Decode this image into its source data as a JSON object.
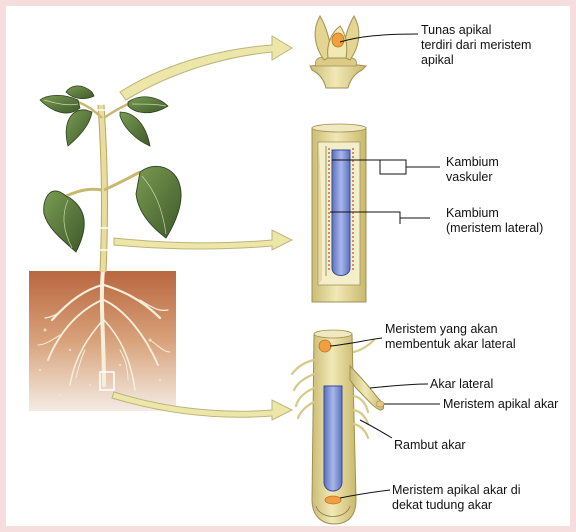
{
  "labels": {
    "tunas_apikal": [
      "Tunas apikal",
      "terdiri dari meristem",
      "apikal"
    ],
    "kambium_vaskuler": [
      "Kambium",
      "vaskuler"
    ],
    "kambium_lateral": [
      "Kambium",
      "(meristem lateral)"
    ],
    "meristem_akar_lateral": [
      "Meristem yang akan",
      "membentuk akar lateral"
    ],
    "akar_lateral": "Akar lateral",
    "meristem_apikal_akar": "Meristem apikal akar",
    "rambut_akar": "Rambut akar",
    "meristem_tudung": [
      "Meristem apikal akar di",
      "dekat tudung akar"
    ]
  },
  "colors": {
    "stem": "#e8dc9e",
    "stem_edge": "#b8a862",
    "leaf": "#5a7a3a",
    "leaf_dark": "#3c5628",
    "soil": "#c9855a",
    "vascular": "#7f95d6",
    "meristem": "#f0a040",
    "arrow": "#ece7a8"
  }
}
